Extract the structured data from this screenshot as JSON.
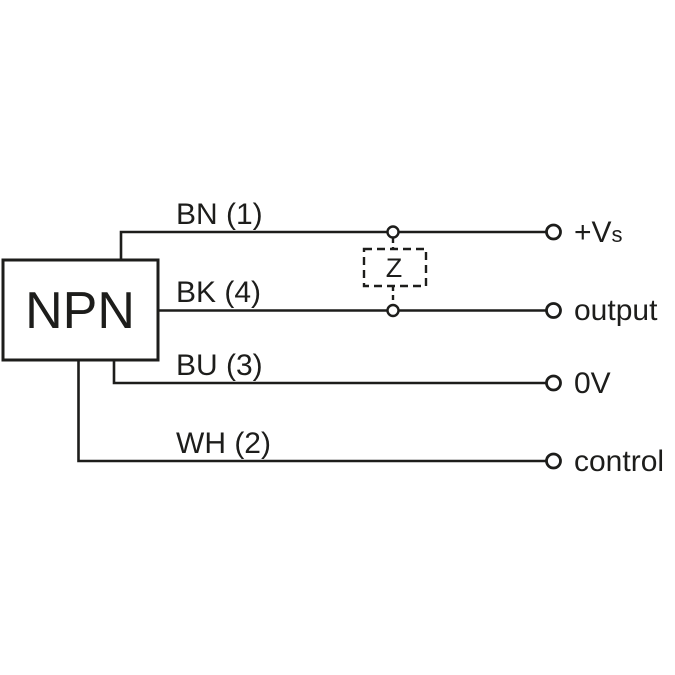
{
  "diagram": {
    "type": "sensor-wiring-connection-diagram",
    "device": {
      "label": "NPN"
    },
    "load": {
      "label": "Z"
    },
    "wires": [
      {
        "label": "BN (1)",
        "terminal": "+Vs",
        "terminal_main": "+V",
        "terminal_sub": "s"
      },
      {
        "label": "BK (4)",
        "terminal": "output"
      },
      {
        "label": "BU (3)",
        "terminal": "0V"
      },
      {
        "label": "WH (2)",
        "terminal": "control"
      }
    ],
    "colors": {
      "line": "#1d1d1b",
      "text": "#1d1d1b",
      "background": "#ffffff"
    }
  }
}
